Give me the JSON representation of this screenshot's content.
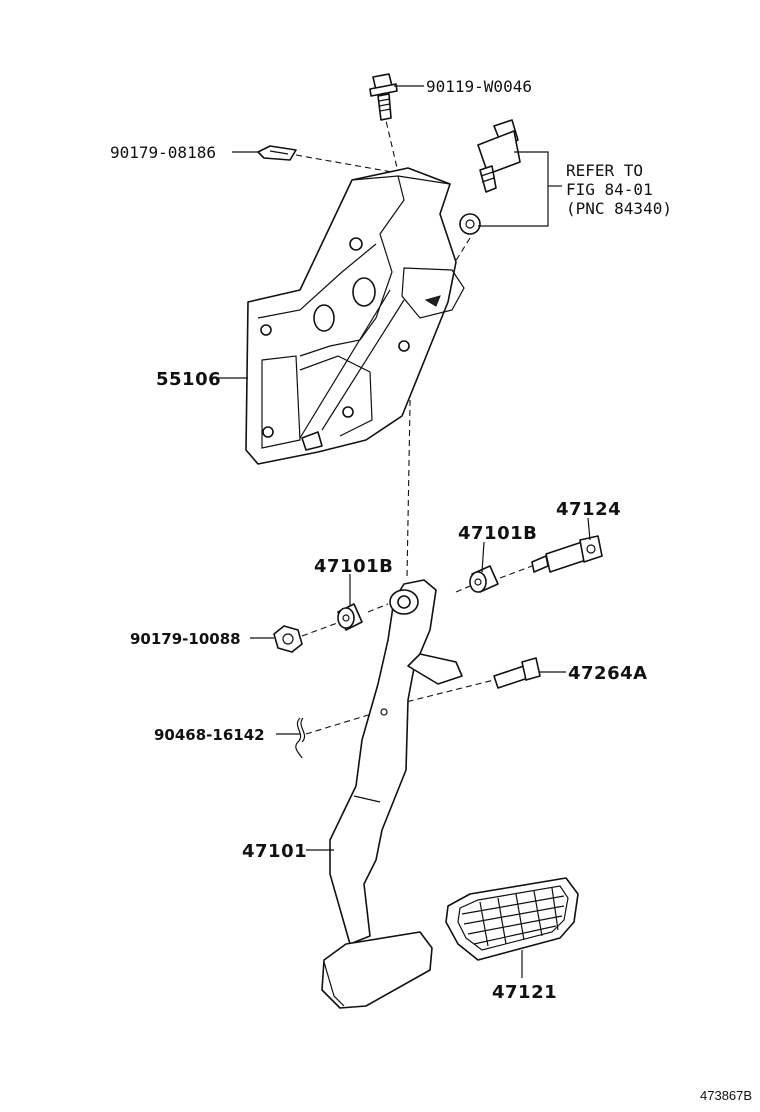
{
  "labels": {
    "bolt_top": "90119-W0046",
    "clip": "90179-08186",
    "refer_line1": "REFER TO",
    "refer_line2": "FIG 84-01",
    "refer_line3": "(PNC 84340)",
    "bracket": "55106",
    "bolt_right": "47124",
    "bushing_right": "47101B",
    "bushing_left": "47101B",
    "nut": "90179-10088",
    "stopper_bolt": "47264A",
    "clip_pin": "90468-16142",
    "pedal_arm": "47101",
    "pedal_pad": "47121",
    "figure_id": "473867B"
  }
}
